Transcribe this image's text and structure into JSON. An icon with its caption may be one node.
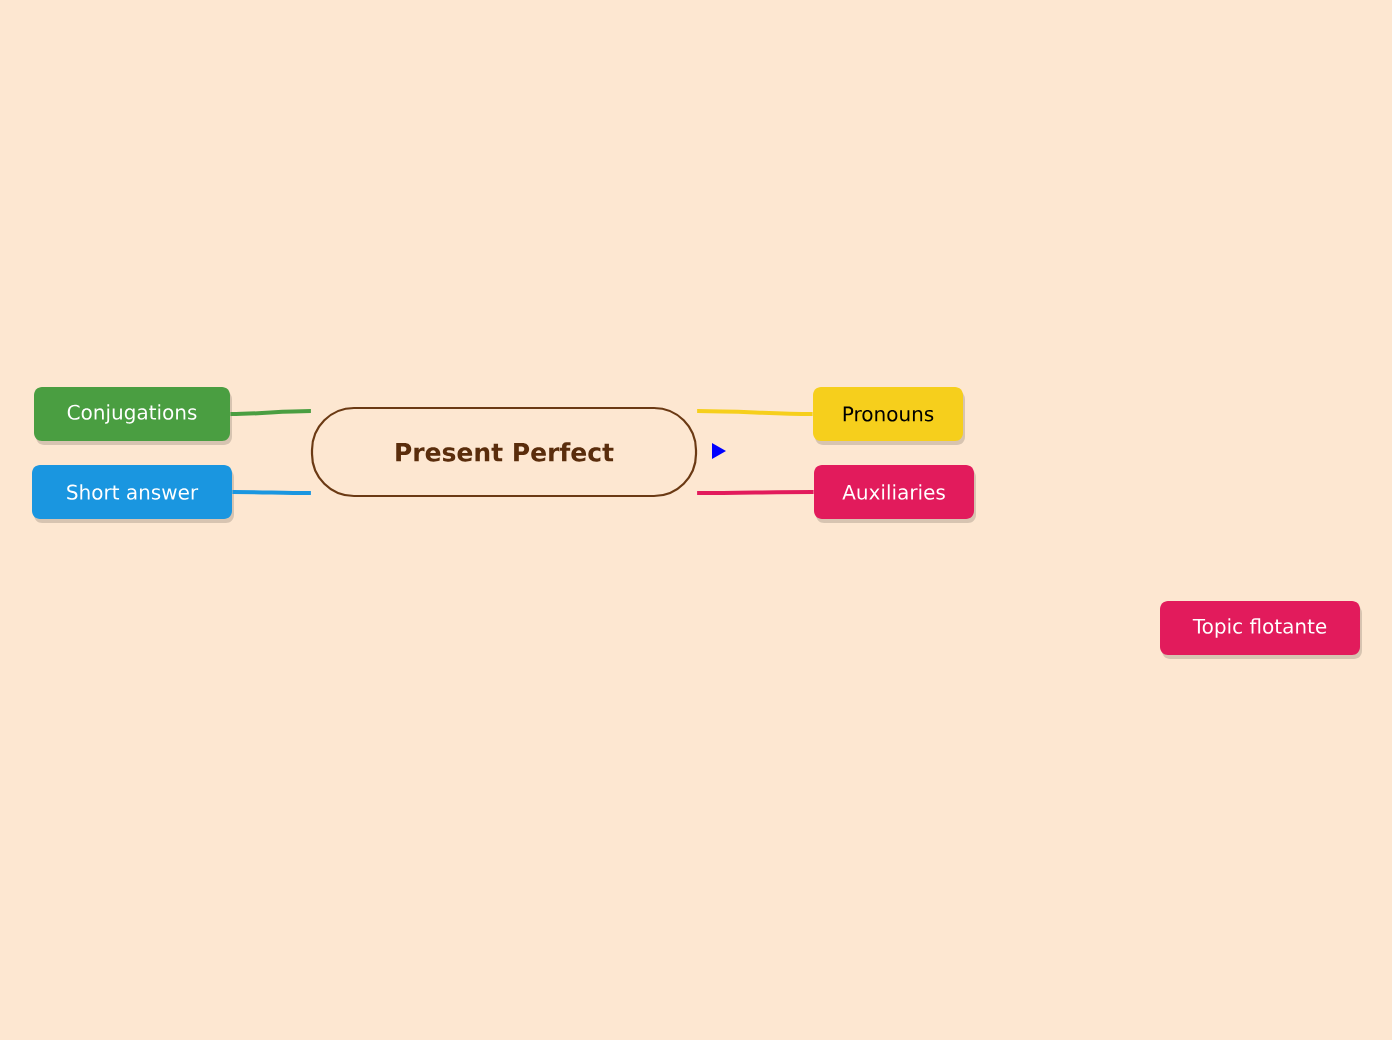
{
  "diagram": {
    "nodes": [
      {
        "text": [
          "Present Perfect"
        ]
      },
      {
        "text": [
          "Conjugations"
        ]
      },
      {
        "text": [
          "Short answer"
        ]
      },
      {
        "text": [
          "Pronouns"
        ]
      },
      {
        "text": [
          "Auxiliaries"
        ]
      },
      {
        "text": [
          "Topic flotante"
        ]
      }
    ],
    "edges": [
      {
        "from": 0,
        "to": 1,
        "arrow": "none",
        "color": "#4a9e41"
      },
      {
        "from": 0,
        "to": 2,
        "arrow": "none",
        "color": "#1a96e0"
      },
      {
        "from": 0,
        "to": 3,
        "arrow": "none",
        "color": "#f6cf1c"
      },
      {
        "from": 0,
        "to": 4,
        "arrow": "none",
        "color": "#e21b5c"
      }
    ]
  }
}
